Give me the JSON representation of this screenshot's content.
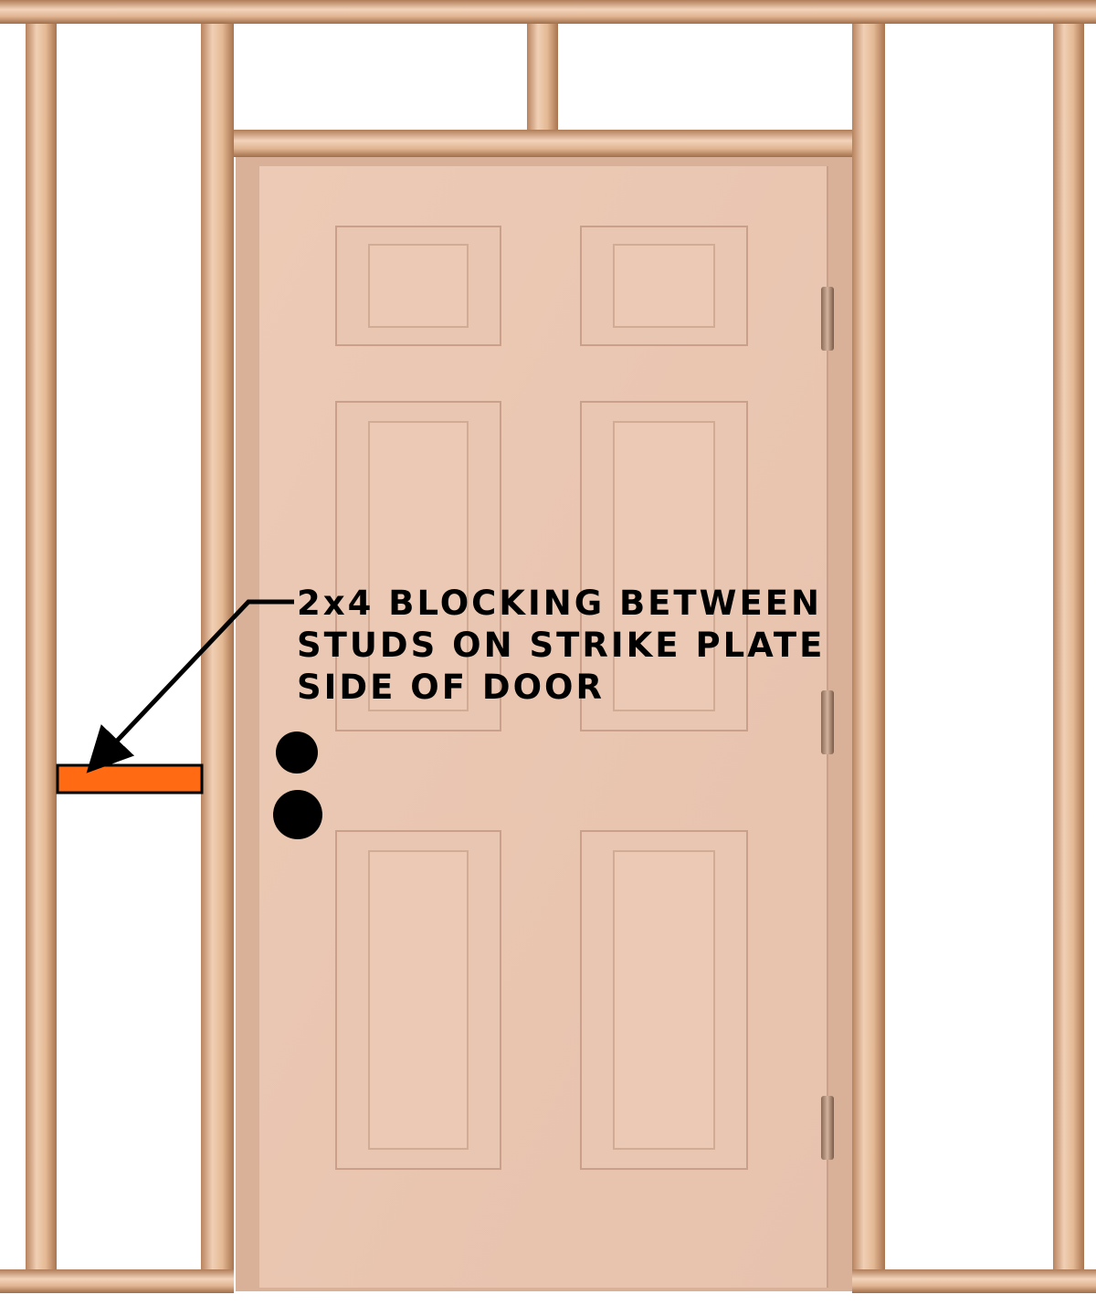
{
  "annotation": {
    "lines": [
      "2x4 BLOCKING BETWEEN",
      "STUDS ON STRIKE PLATE",
      "SIDE OF DOOR"
    ]
  },
  "colors": {
    "wood": "#e2b896",
    "wood_dark": "#b07d58",
    "door": "#ebc8b3",
    "door_panel_shade": "#d8b09a",
    "blocking": "#ff6a13",
    "annotation": "#000000",
    "background": "#ffffff"
  },
  "elements": {
    "door_panels": 6,
    "hinges": 3,
    "bore_holes": 2
  }
}
